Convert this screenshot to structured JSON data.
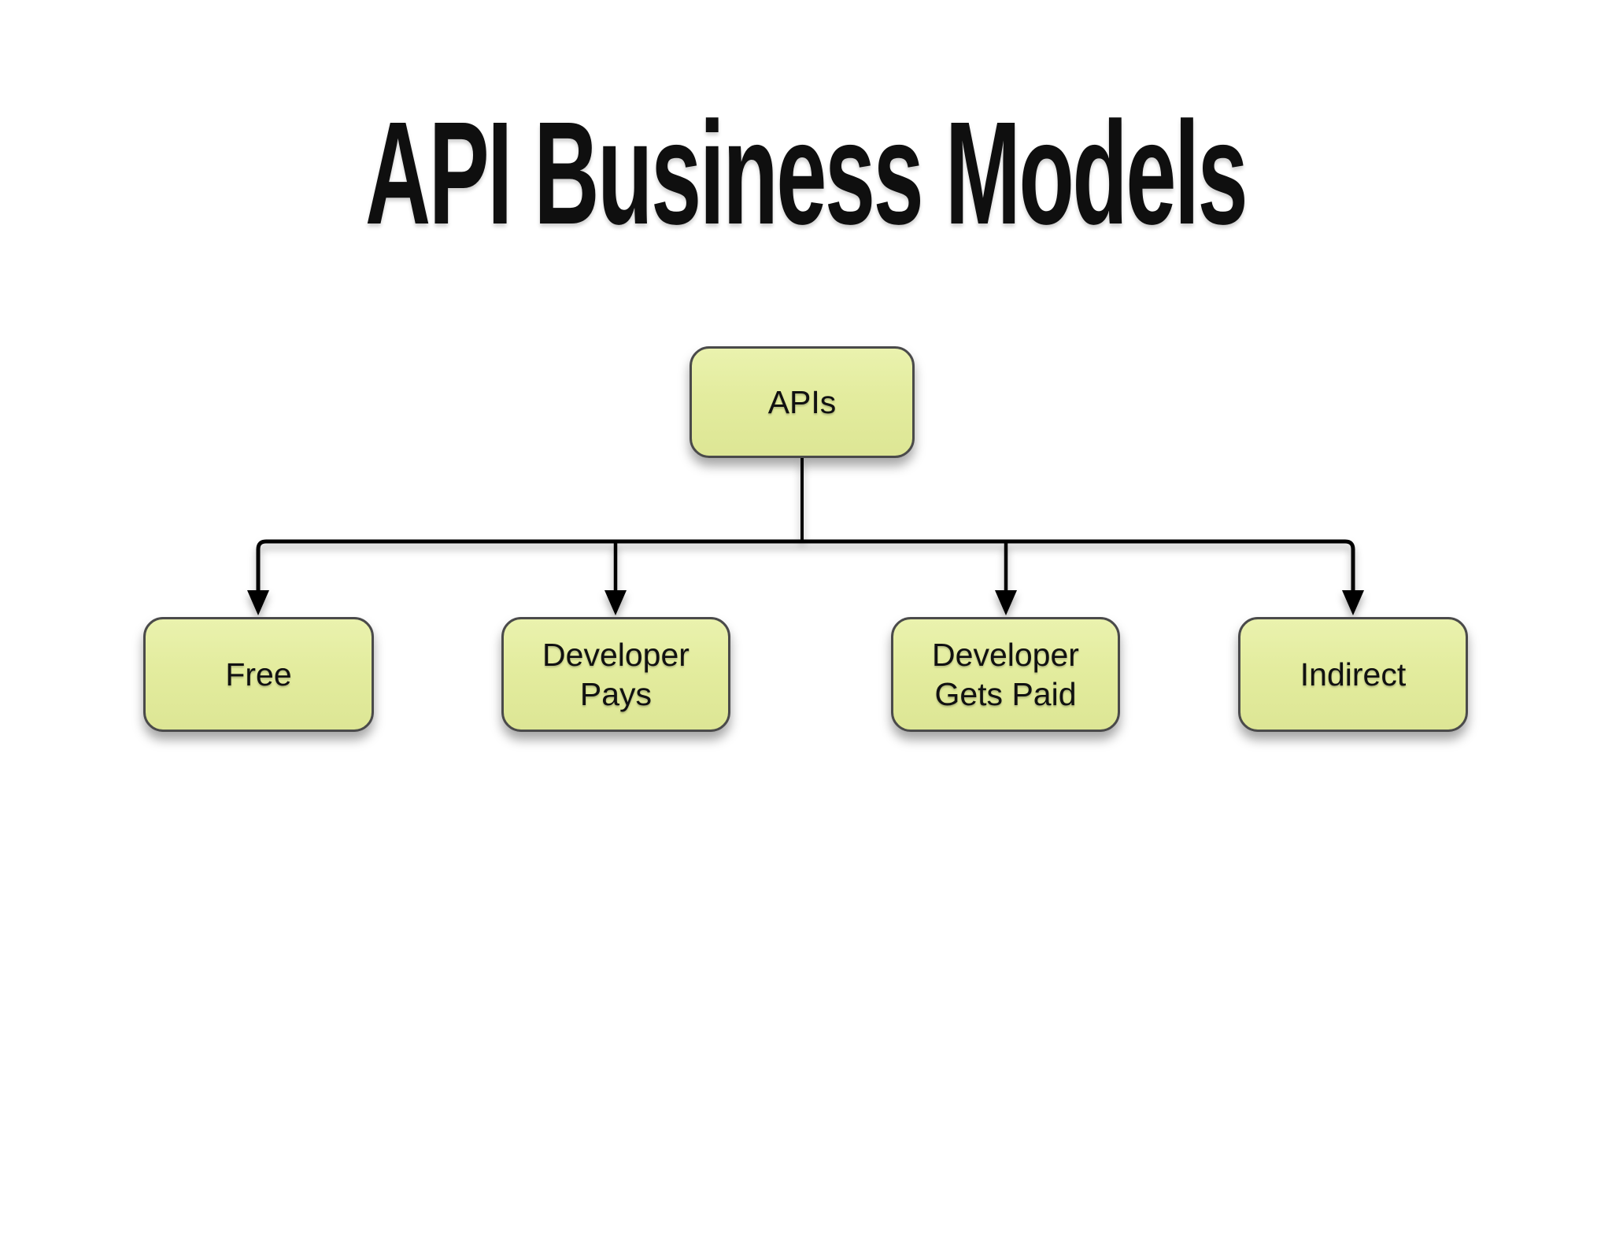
{
  "title": "API Business Models",
  "diagram": {
    "root": {
      "label": "APIs"
    },
    "children": [
      {
        "label": "Free"
      },
      {
        "label": "Developer\nPays"
      },
      {
        "label": "Developer\nGets Paid"
      },
      {
        "label": "Indirect"
      }
    ],
    "edges": [
      {
        "from": "APIs",
        "to": "Free"
      },
      {
        "from": "APIs",
        "to": "Developer Pays"
      },
      {
        "from": "APIs",
        "to": "Developer Gets Paid"
      },
      {
        "from": "APIs",
        "to": "Indirect"
      }
    ]
  },
  "colors": {
    "background": "#ffffff",
    "node_fill": "#e3ec9e",
    "node_border": "#4a4a4a",
    "connector": "#000000",
    "title_text": "#0f0f0f",
    "node_text": "#111111"
  }
}
